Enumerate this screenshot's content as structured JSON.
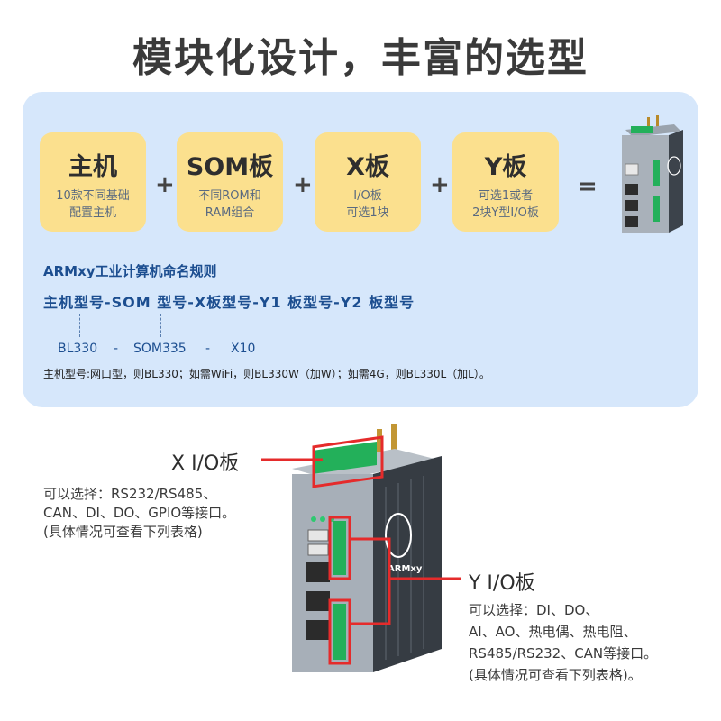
{
  "title": "模块化设计，丰富的选型",
  "boxes": [
    {
      "title": "主机",
      "sub1": "10款不同基础",
      "sub2": "配置主机"
    },
    {
      "title": "SOM板",
      "sub1": "不同ROM和",
      "sub2": "RAM组合"
    },
    {
      "title": "X板",
      "sub1": "I/O板",
      "sub2": "可选1块"
    },
    {
      "title": "Y板",
      "sub1": "可选1或者",
      "sub2": "2块Y型I/O板"
    }
  ],
  "operators": {
    "plus": "+",
    "equals": "="
  },
  "naming": {
    "heading": "ARMxy工业计算机命名规则",
    "formula": "主机型号-SOM 型号-X板型号-Y1 板型号-Y2 板型号",
    "example": {
      "host": "BL330",
      "dash1": "-",
      "som": "SOM335",
      "dash2": "-",
      "x": "X10"
    },
    "note": "主机型号:网口型，则BL330；如需WiFi，则BL330W（加W）；如需4G，则BL330L（加L）。"
  },
  "x_io": {
    "label": "X I/O板",
    "line1": "可以选择：RS232/RS485、",
    "line2": "CAN、DI、DO、GPIO等接口。",
    "line3": "(具体情况可查看下列表格)"
  },
  "y_io": {
    "label": "Y I/O板",
    "line1": "可以选择：DI、DO、",
    "line2": "AI、AO、热电偶、热电阻、",
    "line3": "RS485/RS232、CAN等接口。",
    "line4": "(具体情况可查看下列表格)。"
  },
  "device_brand": "ARMxy",
  "colors": {
    "panel": "#d6e7fb",
    "box": "#fbe08e",
    "accent_red": "#e52b2b",
    "rule_blue": "#1c4e90",
    "terminal_green": "#23b05a"
  }
}
